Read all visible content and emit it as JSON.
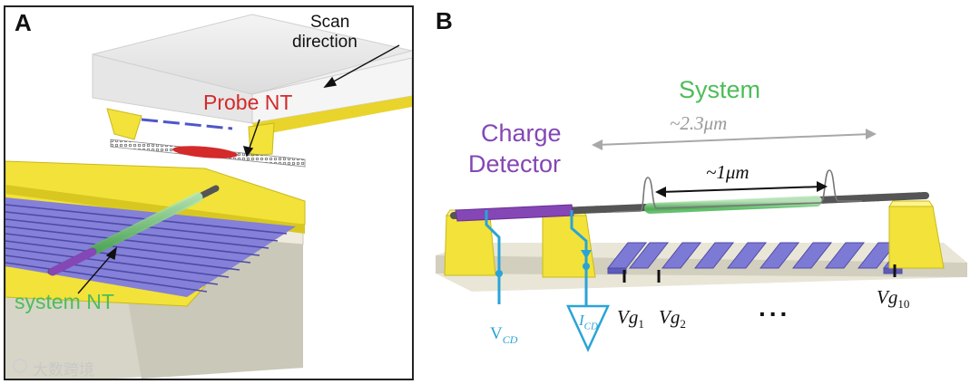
{
  "panel_a": {
    "letter": "A",
    "scan_direction": [
      "Scan",
      "direction"
    ],
    "probe_label": "Probe NT",
    "system_label": "system NT"
  },
  "panel_b": {
    "letter": "B",
    "system_title": "System",
    "span_long": "~2.3μm",
    "span_short": "~1μm",
    "detector": [
      "Charge",
      "Detector"
    ],
    "vcd": {
      "main": "V",
      "sub": "CD"
    },
    "icd": {
      "main": "I",
      "sub": "CD"
    },
    "gates": [
      {
        "main": "Vg",
        "sub": "1"
      },
      {
        "main": "Vg",
        "sub": "2"
      },
      {
        "main": "Vg",
        "sub": "10"
      }
    ],
    "ellipsis": "..."
  },
  "watermark": "大数跨境",
  "colors": {
    "yellow": "#f2e23a",
    "gate_blue": "#7d7ad6",
    "red": "#d42a2a",
    "green": "#4dbd59",
    "purple": "#8447b5",
    "cyan": "#2aa4d6",
    "grey_text": "#9a9a9a"
  }
}
